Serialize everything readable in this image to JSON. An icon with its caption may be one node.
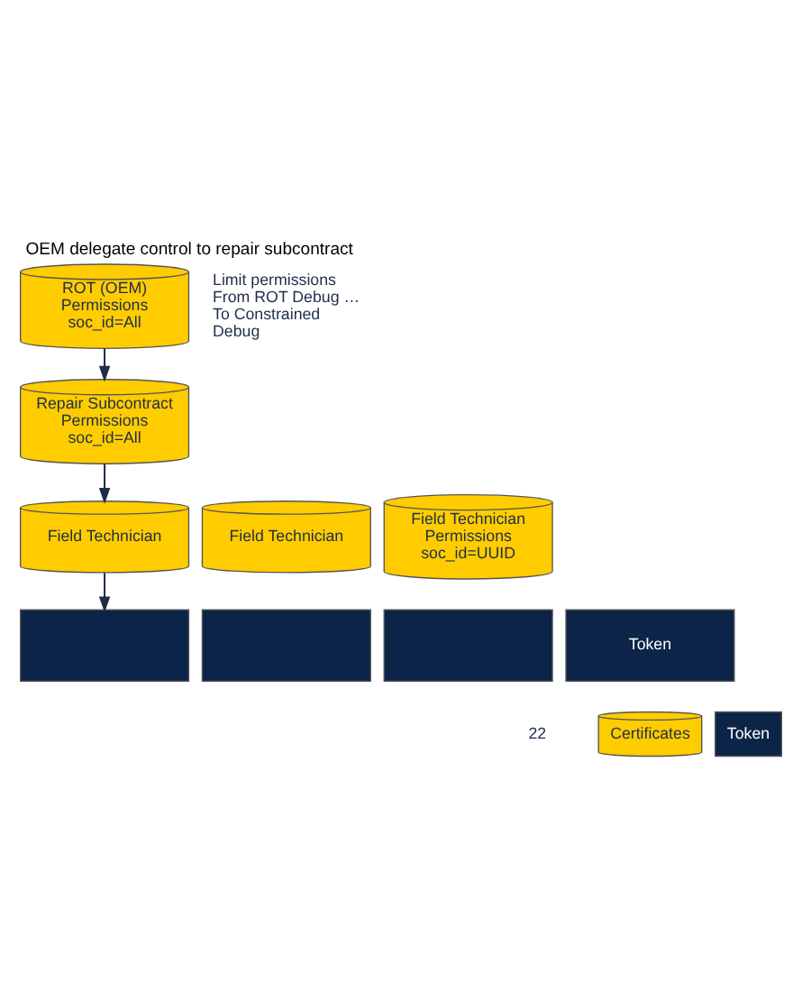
{
  "diagram": {
    "title": "OEM delegate control to repair subcontract",
    "nodes": [
      {
        "text": [
          "ROT (OEM)",
          "Permissions",
          "soc_id=All"
        ]
      },
      {
        "text": [
          "Repair Subcontract",
          "Permissions",
          "soc_id=All"
        ]
      },
      {
        "text": [
          "Field Technician"
        ]
      },
      {
        "text": [
          "Field Technician"
        ]
      },
      {
        "text": [
          "Field Technician",
          "Permissions",
          "soc_id=UUID"
        ]
      },
      {
        "text": [],
        "shape": "box"
      },
      {
        "text": [],
        "shape": "box"
      },
      {
        "text": [],
        "shape": "box"
      },
      {
        "text": [
          "Token"
        ]
      }
    ],
    "edges": [
      {
        "from": 0,
        "to": 1,
        "arrow": "to"
      },
      {
        "from": 1,
        "to": 2,
        "arrow": "to"
      },
      {
        "from": 2,
        "to": 5,
        "arrow": "to"
      }
    ],
    "labels": [
      "Limit permissions From ROT Debug … To Constrained Debug",
      "22"
    ],
    "legend": [
      {
        "text": "Certificates"
      },
      {
        "text": "Token"
      }
    ]
  }
}
